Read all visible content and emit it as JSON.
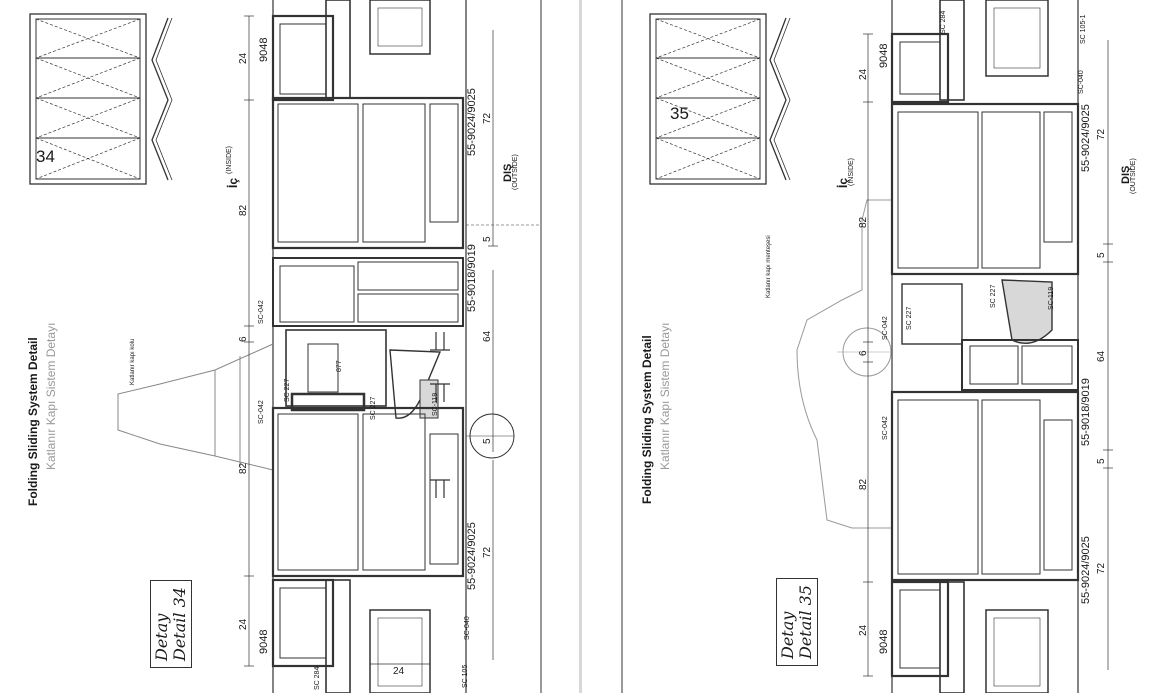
{
  "pages": [
    {
      "title_en": "Folding Sliding System Detail",
      "title_tr": "Katlanır Kapı Sistem Detayı",
      "detail_tr": "Detay",
      "detail_en": "Detail 34",
      "thumb_number": "34",
      "inside_label": "İç",
      "inside_sub": "(INSIDE)",
      "outside_label": "DIŞ",
      "outside_sub": "(OUTSIDE)",
      "handle_label": "Katlanır kapı kolu",
      "dims": {
        "d24": "24",
        "d82": "82",
        "d6": "6",
        "d72": "72",
        "d5": "5",
        "d64": "64"
      },
      "codes": {
        "p9048": "9048",
        "p9024": "55-9024/9025",
        "p9018": "55-9018/9019",
        "sc042": "SC-042",
        "sc227": "SC 227",
        "sc119": "SC-119",
        "sc040": "SC-040",
        "sc284": "SC 284",
        "sc105": "SC 105",
        "c877": "877"
      }
    },
    {
      "title_en": "Folding Sliding System Detail",
      "title_tr": "Katlanır Kapı Sistem Detayı",
      "detail_tr": "Detay",
      "detail_en": "Detail 35",
      "thumb_number": "35",
      "inside_label": "İç",
      "inside_sub": "(INSIDE)",
      "outside_label": "DIŞ",
      "outside_sub": "(OUTSIDE)",
      "hinge_label": "Katlanır kapı menteşesi",
      "dims": {
        "d24": "24",
        "d82": "82",
        "d6": "6",
        "d72": "72",
        "d5": "5",
        "d64": "64"
      },
      "codes": {
        "p9048": "9048",
        "p9024": "55-9024/9025",
        "p9018": "55-9018/9019",
        "sc042": "SC-042",
        "sc227": "SC 227",
        "sc119": "SC-119",
        "sc040": "SC-040",
        "sc284": "SC 284",
        "sc105": "SC 105-1"
      }
    }
  ]
}
